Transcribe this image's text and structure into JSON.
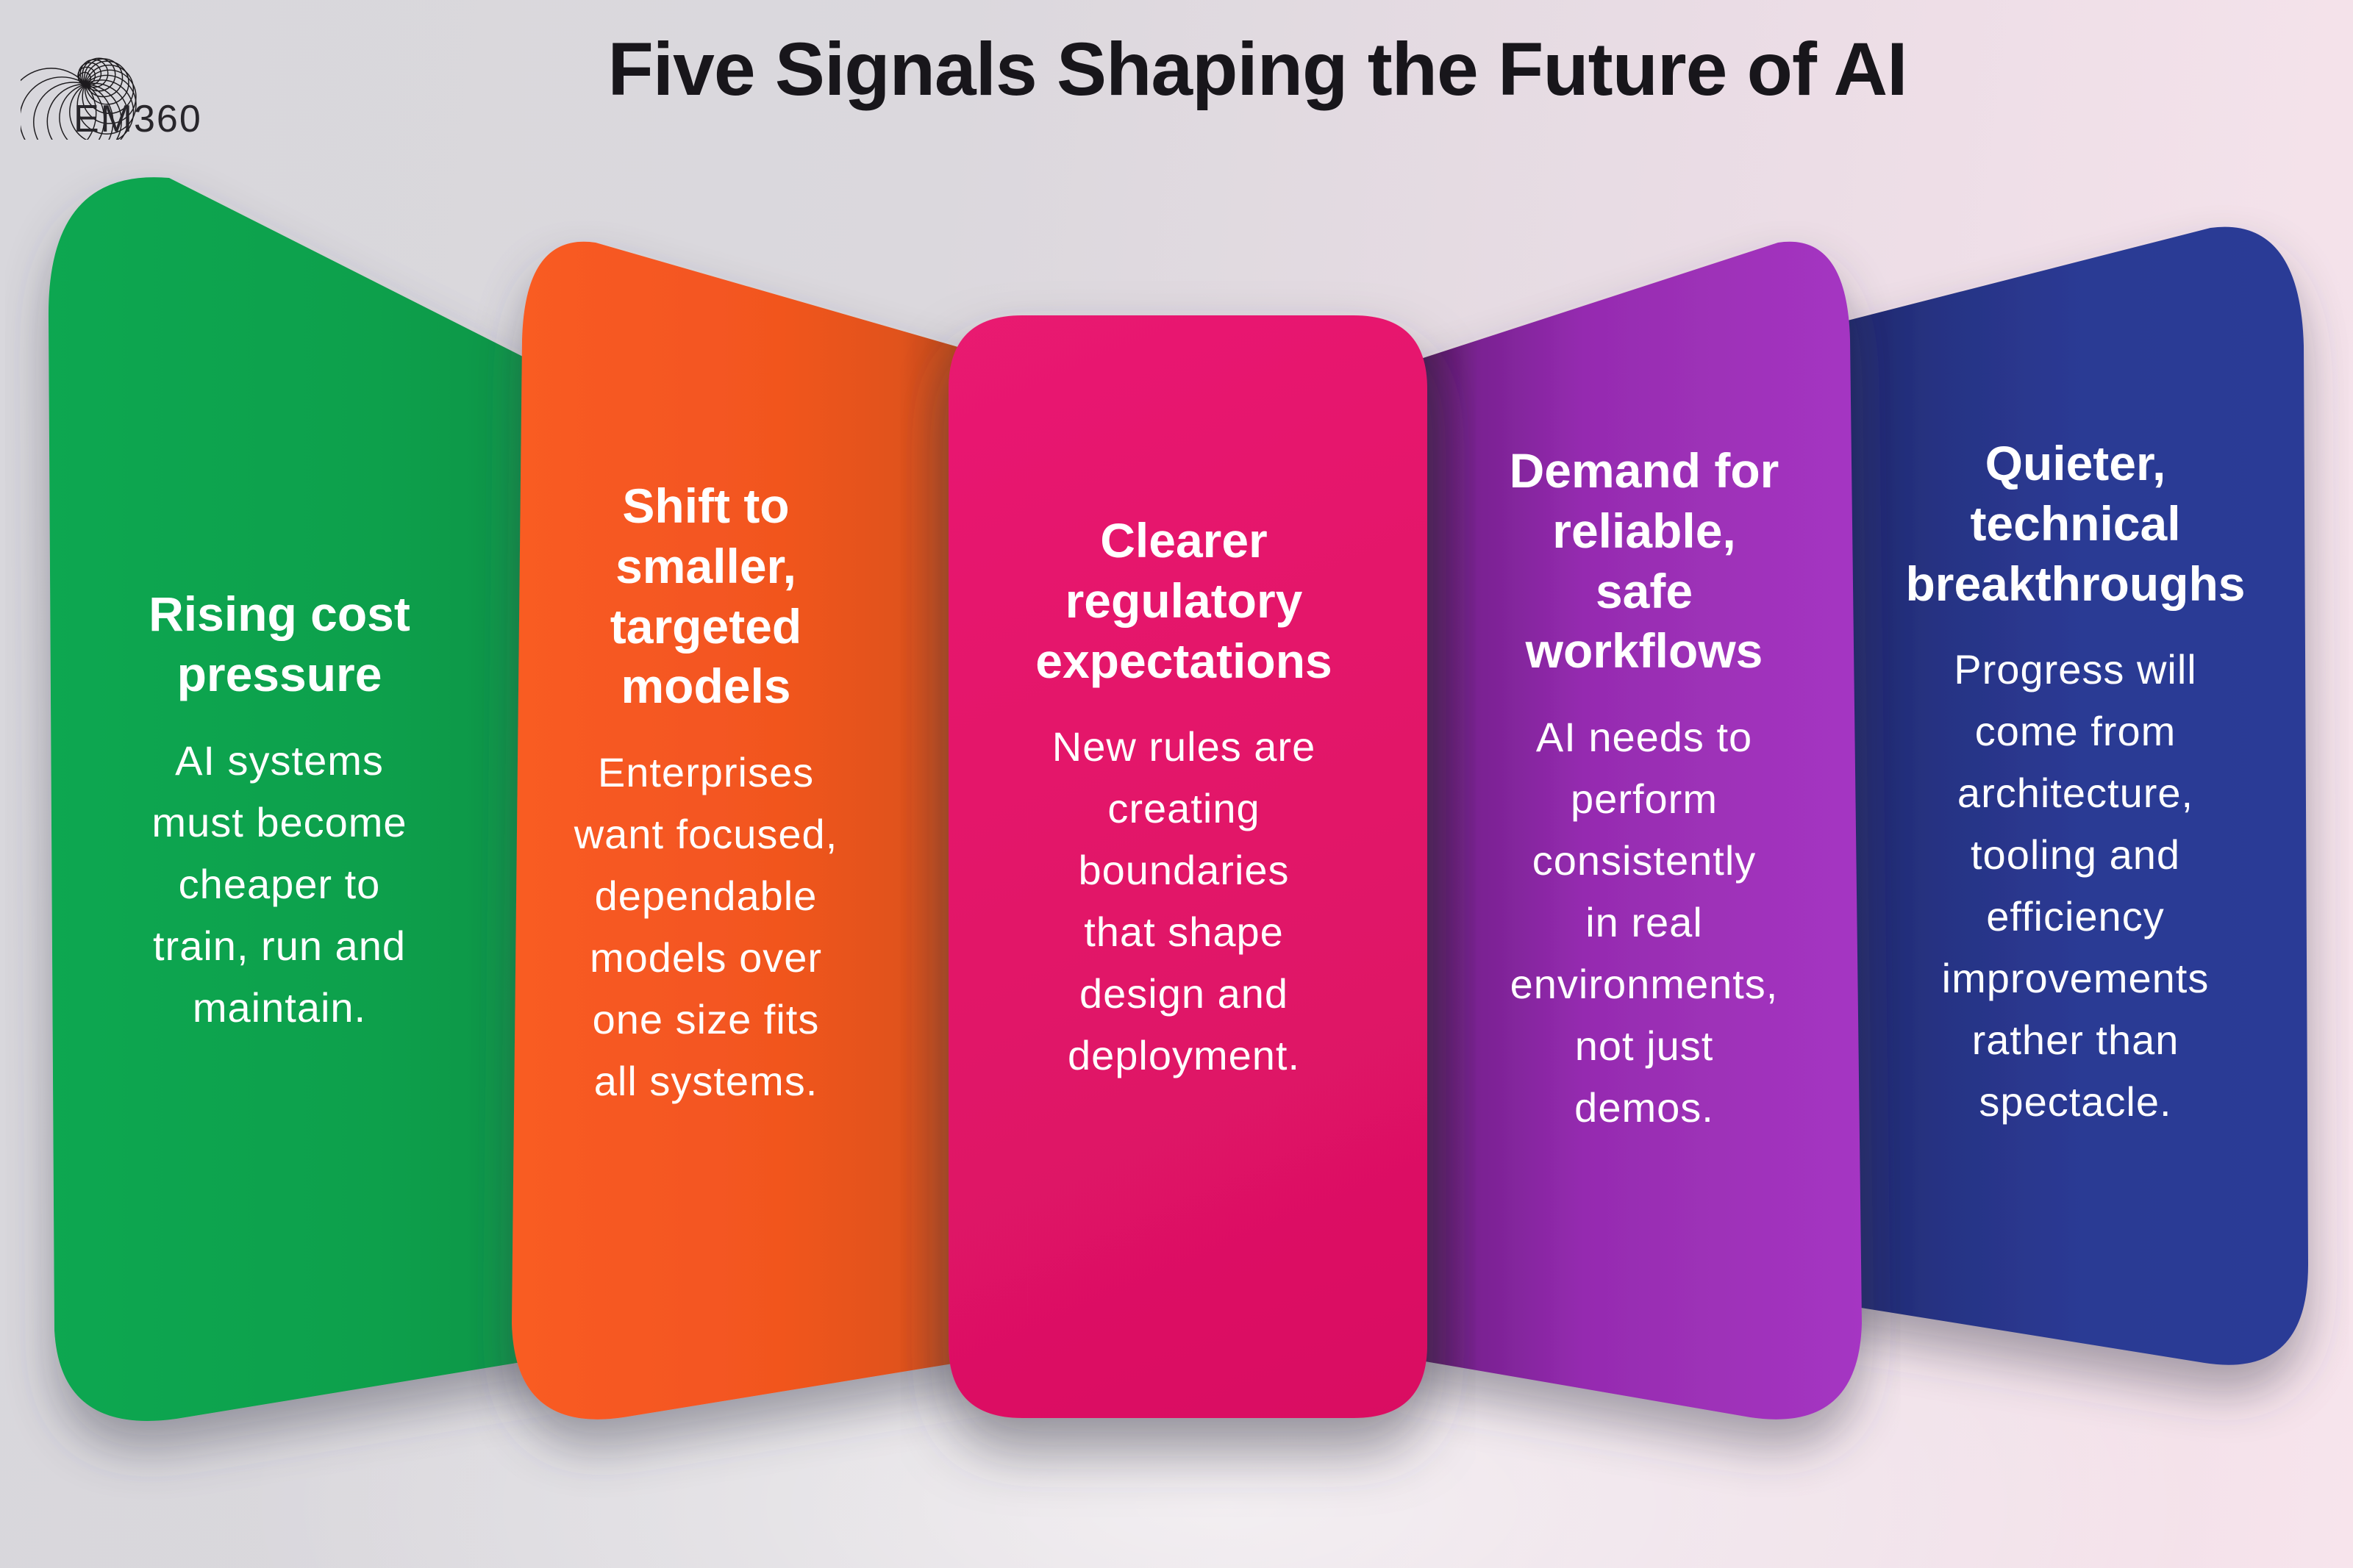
{
  "brand": {
    "name": "EM360"
  },
  "title": "Five Signals Shaping the Future of AI",
  "colors": {
    "background_left": "#d9d8dd",
    "background_right": "#f7e4ec",
    "title_text": "#18161b",
    "card_text": "#ffffff"
  },
  "cards": [
    {
      "name": "rising-cost-pressure",
      "color": "#0aa14e",
      "heading": "Rising cost\npressure",
      "body": "AI systems\nmust become\ncheaper to\ntrain, run and\nmaintain."
    },
    {
      "name": "smaller-targeted-models",
      "color": "#f2551f",
      "heading": "Shift to\nsmaller,\ntargeted\nmodels",
      "body": "Enterprises\nwant focused,\ndependable\nmodels over\none size fits\nall systems."
    },
    {
      "name": "clearer-regulatory-expectations",
      "color": "#e21468",
      "heading": "Clearer\nregulatory\nexpectations",
      "body": "New rules are\ncreating\nboundaries\nthat shape\ndesign and\ndeployment."
    },
    {
      "name": "reliable-safe-workflows",
      "color": "#9d31b7",
      "heading": "Demand for\nreliable,\nsafe\nworkflows",
      "body": "AI needs to\nperform\nconsistently\nin real\nenvironments,\nnot just\ndemos."
    },
    {
      "name": "quieter-technical-breakthroughs",
      "color": "#2b3a94",
      "heading": "Quieter,\ntechnical\nbreakthroughs",
      "body": "Progress will\ncome from\narchitecture,\ntooling and\nefficiency\nimprovements\nrather than\nspectacle."
    }
  ]
}
